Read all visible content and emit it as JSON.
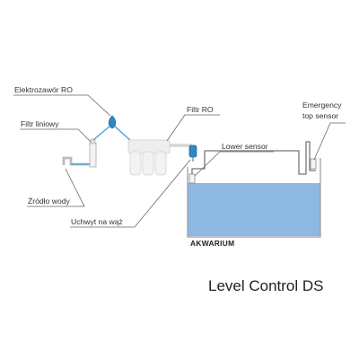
{
  "labels": {
    "elektrozawor": "Elektrozawór RO",
    "filtr_liniowy": "Filtr liniowy",
    "zrodlo_wody": "Źródło wody",
    "filtr_ro": "Filtr RO",
    "uchwyt": "Uchwyt na wąż",
    "lower_sensor": "Lower sensor",
    "emergency_line1": "Emergency",
    "emergency_line2": "top sensor",
    "akwarium": "AKWARIUM"
  },
  "title": "Level Control DS",
  "colors": {
    "water": "#8db8e2",
    "tube": "#4aa3d4",
    "valve": "#2e89c0",
    "leader": "#666666",
    "pipe": "#777777",
    "filter": "#eeeeee"
  }
}
